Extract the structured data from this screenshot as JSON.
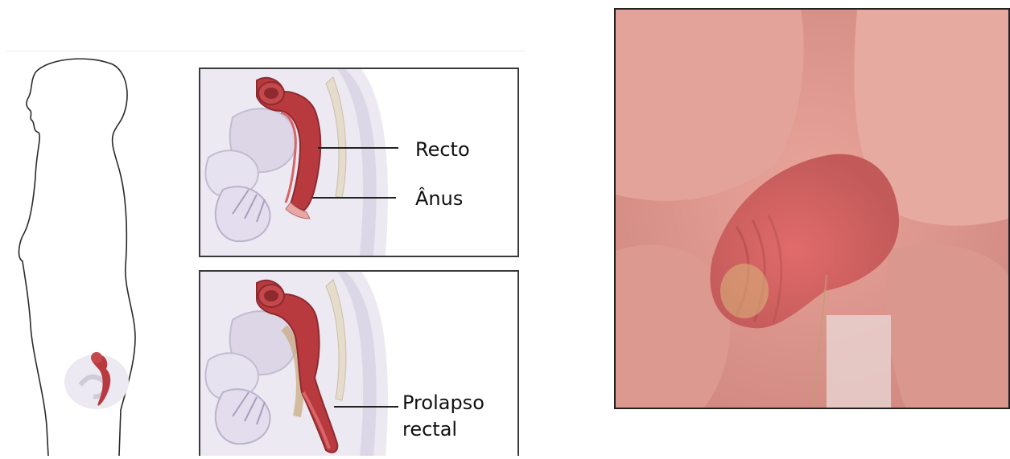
{
  "labels": {
    "rectum": "Recto",
    "anus": "Ânus",
    "prolapse": "Prolapso rectal"
  },
  "figures": {
    "silhouette": "female-body-silhouette",
    "normal_panel": "normal-rectum-cross-section",
    "prolapse_panel": "rectal-prolapse-cross-section",
    "photo": "rectal-prolapse-clinical-photo"
  },
  "colors": {
    "rectum_red": "#b83a3f",
    "tissue_pink": "#e8a7a4",
    "bone_gray": "#cfcbd8",
    "background_lavender": "#ece9f2",
    "photo_skin": "#d98f86"
  }
}
